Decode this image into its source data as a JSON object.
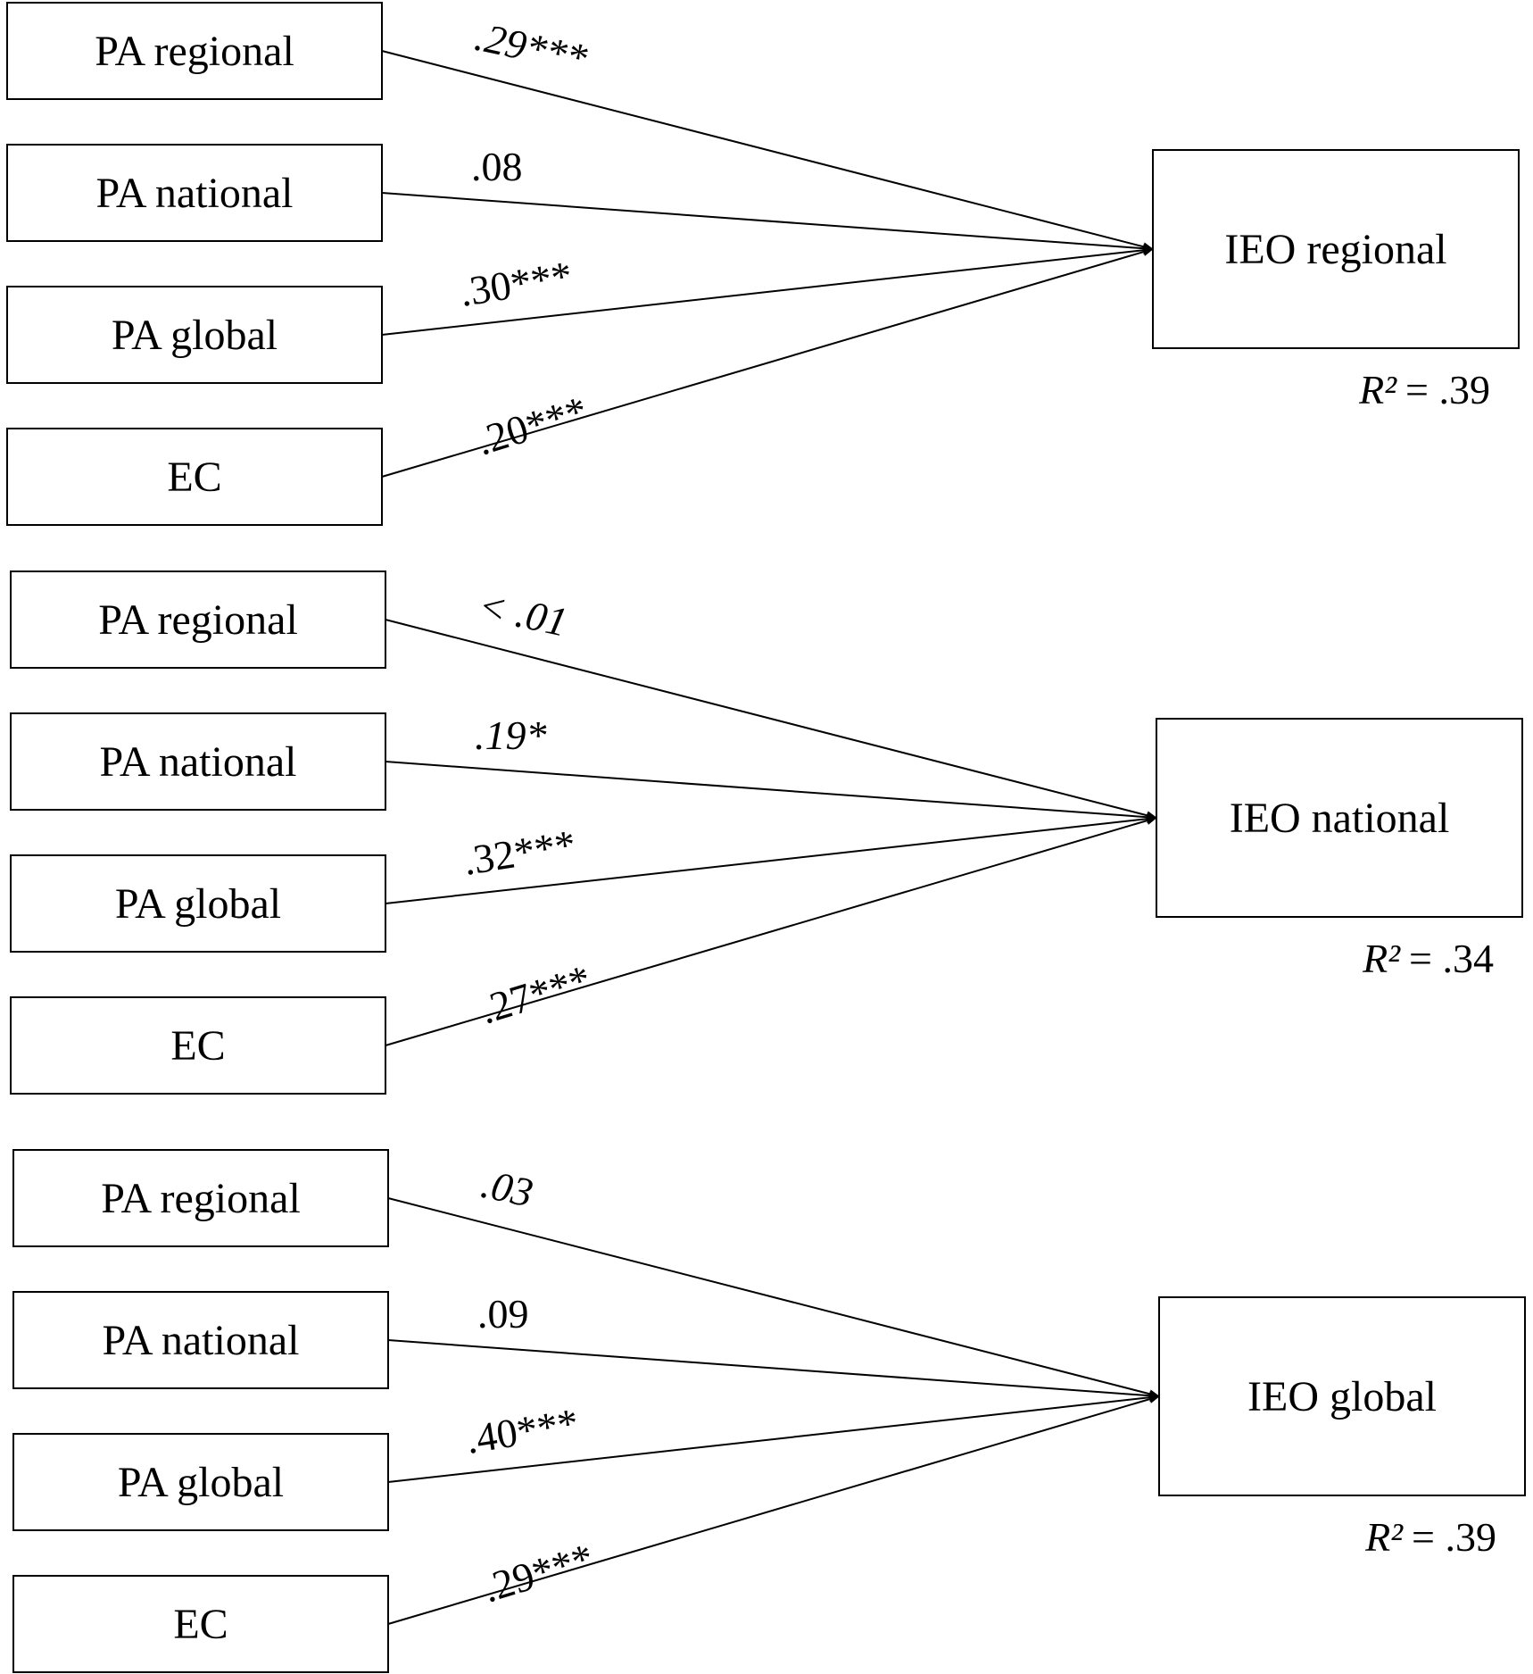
{
  "panels": [
    {
      "outcome": "IEO regional",
      "r_squared_symbol": "R²",
      "r_squared_value": "= .39",
      "predictors": [
        {
          "label": "PA regional",
          "coef": ".29***",
          "italic": true
        },
        {
          "label": "PA national",
          "coef": ".08",
          "italic": false
        },
        {
          "label": "PA global",
          "coef": ".30***",
          "italic": false
        },
        {
          "label": "EC",
          "coef": ".20***",
          "italic": false
        }
      ]
    },
    {
      "outcome": "IEO national",
      "r_squared_symbol": "R²",
      "r_squared_value": "= .34",
      "predictors": [
        {
          "label": "PA regional",
          "coef": "< .01",
          "italic": true
        },
        {
          "label": "PA national",
          "coef": ".19*",
          "italic": true
        },
        {
          "label": "PA global",
          "coef": ".32***",
          "italic": false
        },
        {
          "label": "EC",
          "coef": ".27***",
          "italic": false
        }
      ]
    },
    {
      "outcome": "IEO global",
      "r_squared_symbol": "R²",
      "r_squared_value": "= .39",
      "predictors": [
        {
          "label": "PA regional",
          "coef": ".03",
          "italic": true
        },
        {
          "label": "PA national",
          "coef": ".09",
          "italic": false
        },
        {
          "label": "PA global",
          "coef": ".40***",
          "italic": false
        },
        {
          "label": "EC",
          "coef": ".29***",
          "italic": false
        }
      ]
    }
  ],
  "colors": {
    "stroke": "#000000",
    "background": "#ffffff"
  }
}
